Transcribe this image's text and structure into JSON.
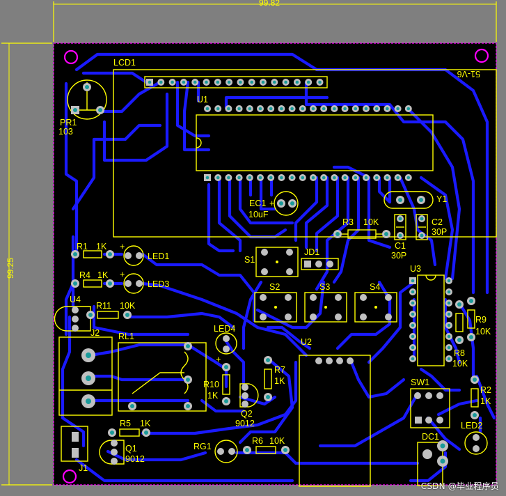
{
  "dimensions": {
    "width_label": "99.82",
    "height_label": "99.25"
  },
  "labels": {
    "LCD1": "LCD1",
    "U1": "U1",
    "PR1": "PR1",
    "PR1_val": "103",
    "EC1": "EC1",
    "EC1_val": "10uF",
    "Y1": "Y1",
    "R3": "R3",
    "R3_val": "10K",
    "C1": "C1",
    "C1_val": "30P",
    "C2": "C2",
    "C2_val": "30P",
    "R1": "R1",
    "R1_val": "1K",
    "LED1": "LED1",
    "R4": "R4",
    "R4_val": "1K",
    "LED3": "LED3",
    "S1": "S1",
    "JD1": "JD1",
    "S2": "S2",
    "S3": "S3",
    "S4": "S4",
    "U4": "U4",
    "R11": "R11",
    "R11_val": "10K",
    "J2": "J2",
    "RL1": "RL1",
    "LED4": "LED4",
    "R7": "R7",
    "R7_val": "1K",
    "R10": "R10",
    "R10_val": "1K",
    "Q2": "Q2",
    "Q2_val": "9012",
    "U2": "U2",
    "U3": "U3",
    "R9": "R9",
    "R9_val": "10K",
    "R8": "R8",
    "R8_val": "10K",
    "SW1": "SW1",
    "R2": "R2",
    "R2_val": "1K",
    "LED2": "LED2",
    "R5": "R5",
    "R5_val": "1K",
    "Q1": "Q1",
    "Q1_val": "9012",
    "J1": "J1",
    "RG1": "RG1",
    "R6": "R6",
    "R6_val": "10K",
    "DC1": "DC1",
    "board_mark": "51-V6"
  },
  "watermark": "CSDN @毕业程序员",
  "colors": {
    "board": "#000000",
    "silk": "#ffff00",
    "copper": "#1a1aff",
    "outline": "#ff00ff",
    "margin": "#7f7f7f"
  }
}
